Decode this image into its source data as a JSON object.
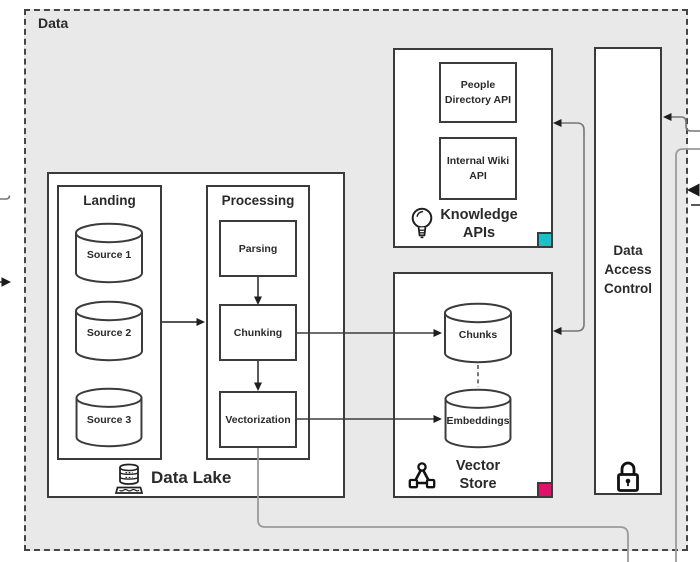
{
  "title": "Data",
  "colors": {
    "background": "#e9e9e9",
    "outside": "#ffffff",
    "box_border": "#3b3b3b",
    "knowledge_accent": "#1ac1cb",
    "vector_accent": "#e0116b"
  },
  "data_lake": {
    "label": "Data Lake",
    "icon": "database-stack-icon",
    "landing": {
      "title": "Landing",
      "sources": [
        "Source 1",
        "Source 2",
        "Source 3"
      ]
    },
    "processing": {
      "title": "Processing",
      "steps": [
        "Parsing",
        "Chunking",
        "Vectorization"
      ]
    }
  },
  "knowledge_apis": {
    "title": "Knowledge APIs",
    "icon": "lightbulb-icon",
    "apis": [
      "People Directory API",
      "Internal Wiki API"
    ]
  },
  "vector_store": {
    "title": "Vector Store",
    "icon": "network-triangle-icon",
    "stores": [
      "Chunks",
      "Embeddings"
    ]
  },
  "access_control": {
    "title": "Data Access Control",
    "icon": "lock-icon"
  }
}
